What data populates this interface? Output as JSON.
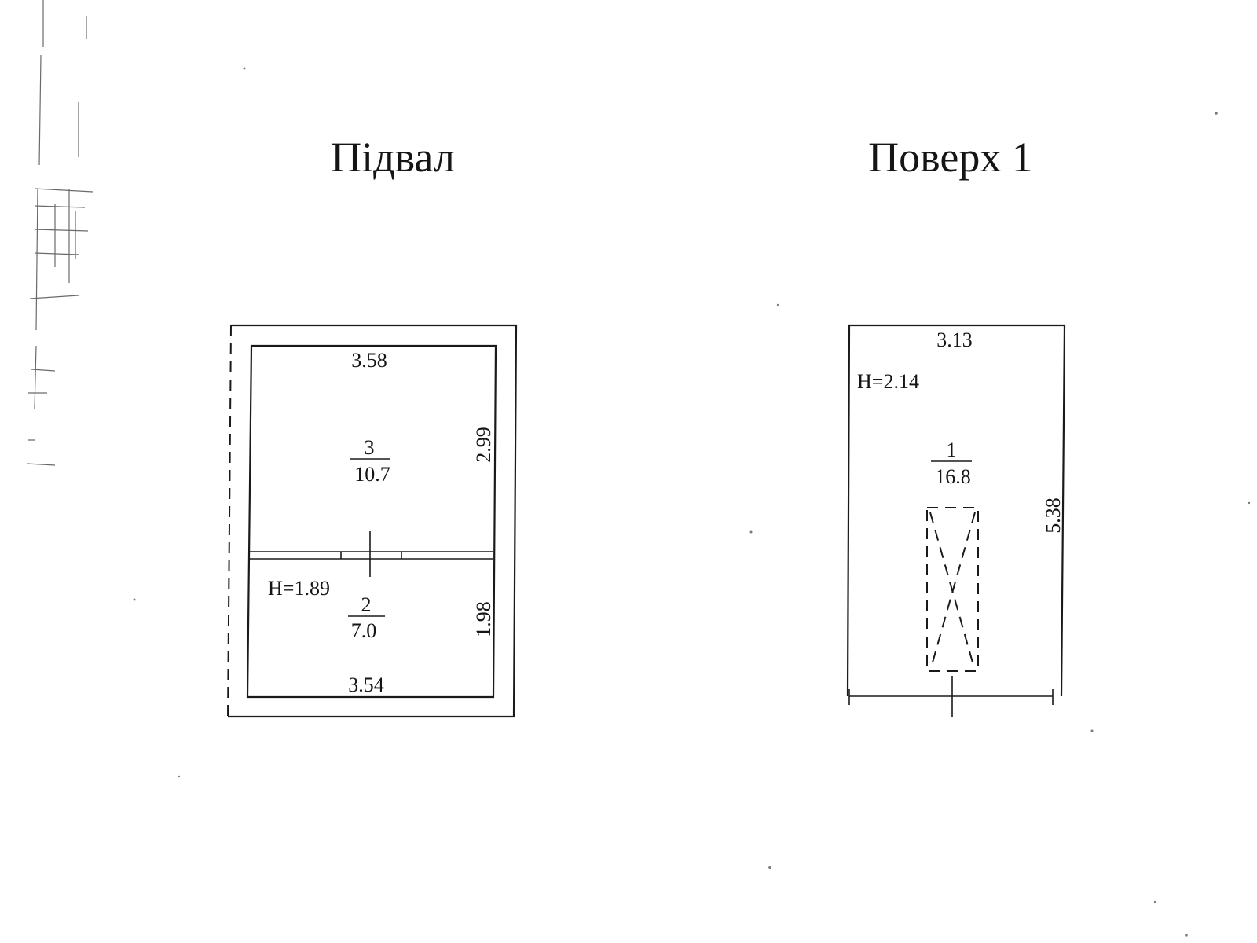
{
  "plans": [
    {
      "title": "Підвал",
      "rooms": [
        {
          "number": "3",
          "area": "10.7",
          "width": "3.58",
          "length": "2.99"
        },
        {
          "number": "2",
          "area": "7.0",
          "width": "3.54",
          "length": "1.98"
        }
      ],
      "height": "H=1.89"
    },
    {
      "title": "Поверх 1",
      "rooms": [
        {
          "number": "1",
          "area": "16.8",
          "width": "3.13",
          "length": "5.38"
        }
      ],
      "height": "H=2.14"
    }
  ]
}
